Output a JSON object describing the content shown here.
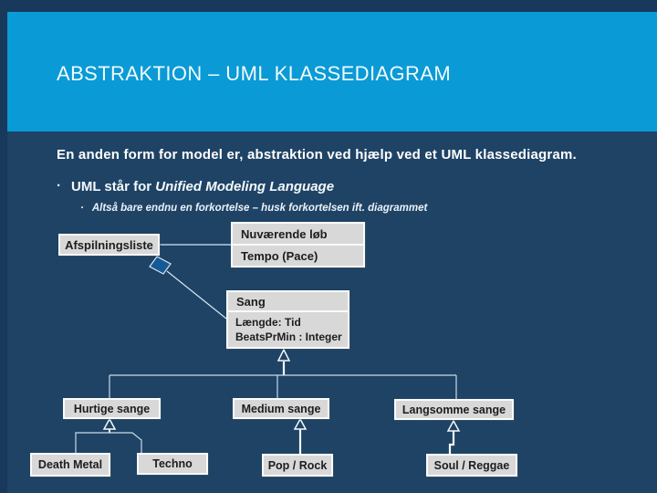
{
  "slide": {
    "title": "ABSTRAKTION – UML KLASSEDIAGRAM",
    "intro": "En anden form for model er, abstraktion ved hjælp ved et UML klassediagram.",
    "bullet_glyph": "·",
    "bullet_plain": "UML står for ",
    "bullet_italic": "Unified Modeling Language",
    "sub_bullet": "Altså bare endnu en forkortelse – husk forkortelsen ift. diagrammet"
  },
  "diagram": {
    "afspilningsliste": "Afspilningsliste",
    "nuvaerende": {
      "title": "Nuværende løb",
      "attr": "Tempo (Pace)"
    },
    "sang": {
      "title": "Sang",
      "attr1": "Længde: Tid",
      "attr2": "BeatsPrMin : Integer"
    },
    "hurtige": "Hurtige sange",
    "medium": "Medium sange",
    "langsomme": "Langsomme sange",
    "death_metal": "Death Metal",
    "techno": "Techno",
    "pop_rock": "Pop / Rock",
    "soul_reggae": "Soul / Reggae",
    "relations": [
      {
        "from": "Afspilningsliste",
        "to": "Nuværende løb",
        "type": "association"
      },
      {
        "from": "Afspilningsliste",
        "to": "Sang",
        "type": "aggregation"
      },
      {
        "from": "Hurtige sange",
        "to": "Sang",
        "type": "generalization"
      },
      {
        "from": "Medium sange",
        "to": "Sang",
        "type": "generalization"
      },
      {
        "from": "Langsomme sange",
        "to": "Sang",
        "type": "generalization"
      },
      {
        "from": "Death Metal",
        "to": "Hurtige sange",
        "type": "generalization"
      },
      {
        "from": "Techno",
        "to": "Hurtige sange",
        "type": "generalization"
      },
      {
        "from": "Pop / Rock",
        "to": "Medium sange",
        "type": "generalization"
      },
      {
        "from": "Soul / Reggae",
        "to": "Langsomme sange",
        "type": "generalization"
      }
    ]
  },
  "colors": {
    "band": "#0a9ad6",
    "background": "#1f4365",
    "frame": "#18395b",
    "box_fill": "#d8d8d8",
    "box_border": "#fbfbfb",
    "diamond_fill": "#155a94",
    "line": "#cfe0ec",
    "text": "#ffffff"
  }
}
